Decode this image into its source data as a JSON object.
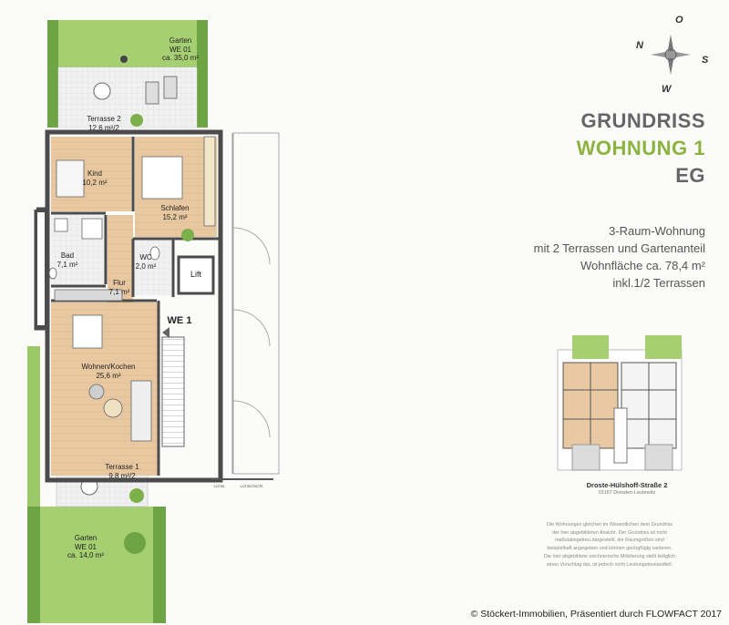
{
  "title": {
    "line1": "GRUNDRISS",
    "line2": "WOHNUNG 1",
    "line3": "EG",
    "line1_color": "#666666",
    "line2_color": "#8cb33f",
    "line3_color": "#666666"
  },
  "description": [
    "3-Raum-Wohnung",
    "mit 2 Terrassen und Gartenanteil",
    "Wohnfläche ca. 78,4 m²",
    "inkl.1/2 Terrassen"
  ],
  "compass": {
    "n": "N",
    "o": "O",
    "s": "S",
    "w": "W"
  },
  "rooms": {
    "garten_top": {
      "name": "Garten",
      "unit": "WE 01",
      "area": "ca. 35,0 m²"
    },
    "terrasse2": {
      "name": "Terrasse 2",
      "area": "12,6 m²/2"
    },
    "kind": {
      "name": "Kind",
      "area": "10,2 m²"
    },
    "schlafen": {
      "name": "Schlafen",
      "area": "15,2 m²"
    },
    "bad": {
      "name": "Bad",
      "area": "7,1 m²"
    },
    "wc": {
      "name": "WC",
      "area": "2,0 m²"
    },
    "flur": {
      "name": "Flur",
      "area": "7,1 m²"
    },
    "lift": {
      "name": "Lift"
    },
    "we1": {
      "name": "WE 1"
    },
    "wohnen": {
      "name": "Wohnen/Kochen",
      "area": "25,6 m²"
    },
    "terrasse1": {
      "name": "Terrasse 1",
      "area": "9,8 m²/2"
    },
    "garten_bottom": {
      "name": "Garten",
      "unit": "WE 01",
      "area": "ca. 14,0 m²"
    },
    "lichtsch1": "Lichts.",
    "lichtsch2": "Lichtschacht"
  },
  "mini_plan": {
    "address": "Droste-Hülshoff-Straße 2",
    "city": "01157 Dresden-Leutewitz"
  },
  "disclaimer": [
    "Die Wohnungen gleichen im Wesentlichen dem Grundriss",
    "der hier abgebildeten Ansicht. Der Grundriss ist nicht",
    "maßstabsgetreu dargestellt, die Raumgrößen sind",
    "beispielhaft angegeben und können geringfügig variieren.",
    "Die hier abgebildete zeichnerische Möblierung stellt lediglich",
    "einen Vorschlag dar, ist jedoch nicht Leistungsbestandteil."
  ],
  "copyright": "© Stöckert-Immobilien, Präsentiert durch FLOWFACT 2017",
  "colors": {
    "garden": "#8fbf5a",
    "garden_dark": "#5f9a3a",
    "wall": "#555555",
    "floor": "#e9c9a2",
    "tile": "#e8e8e8"
  }
}
